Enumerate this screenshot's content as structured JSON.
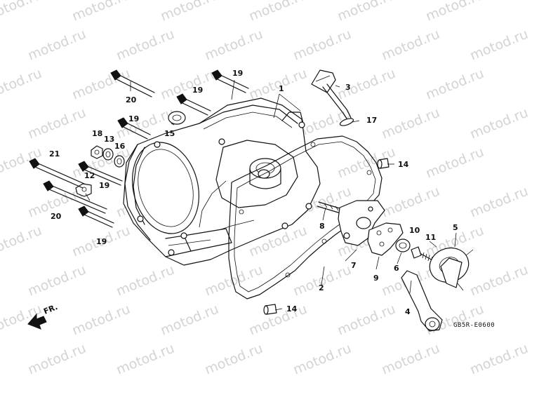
{
  "watermark": "motod.ru",
  "diagram_code": "GB5R-E0600",
  "front_label": "FR.",
  "callouts": {
    "p1": "1",
    "p2": "2",
    "p3": "3",
    "p4": "4",
    "p5": "5",
    "p6": "6",
    "p7": "7",
    "p8": "8",
    "p9": "9",
    "p10": "10",
    "p11": "11",
    "p12": "12",
    "p13": "13",
    "p14a": "14",
    "p14b": "14",
    "p15": "15",
    "p16": "16",
    "p17": "17",
    "p18": "18",
    "p19a": "19",
    "p19b": "19",
    "p19c": "19",
    "p19d": "19",
    "p19e": "19",
    "p20a": "20",
    "p20b": "20",
    "p21": "21"
  }
}
